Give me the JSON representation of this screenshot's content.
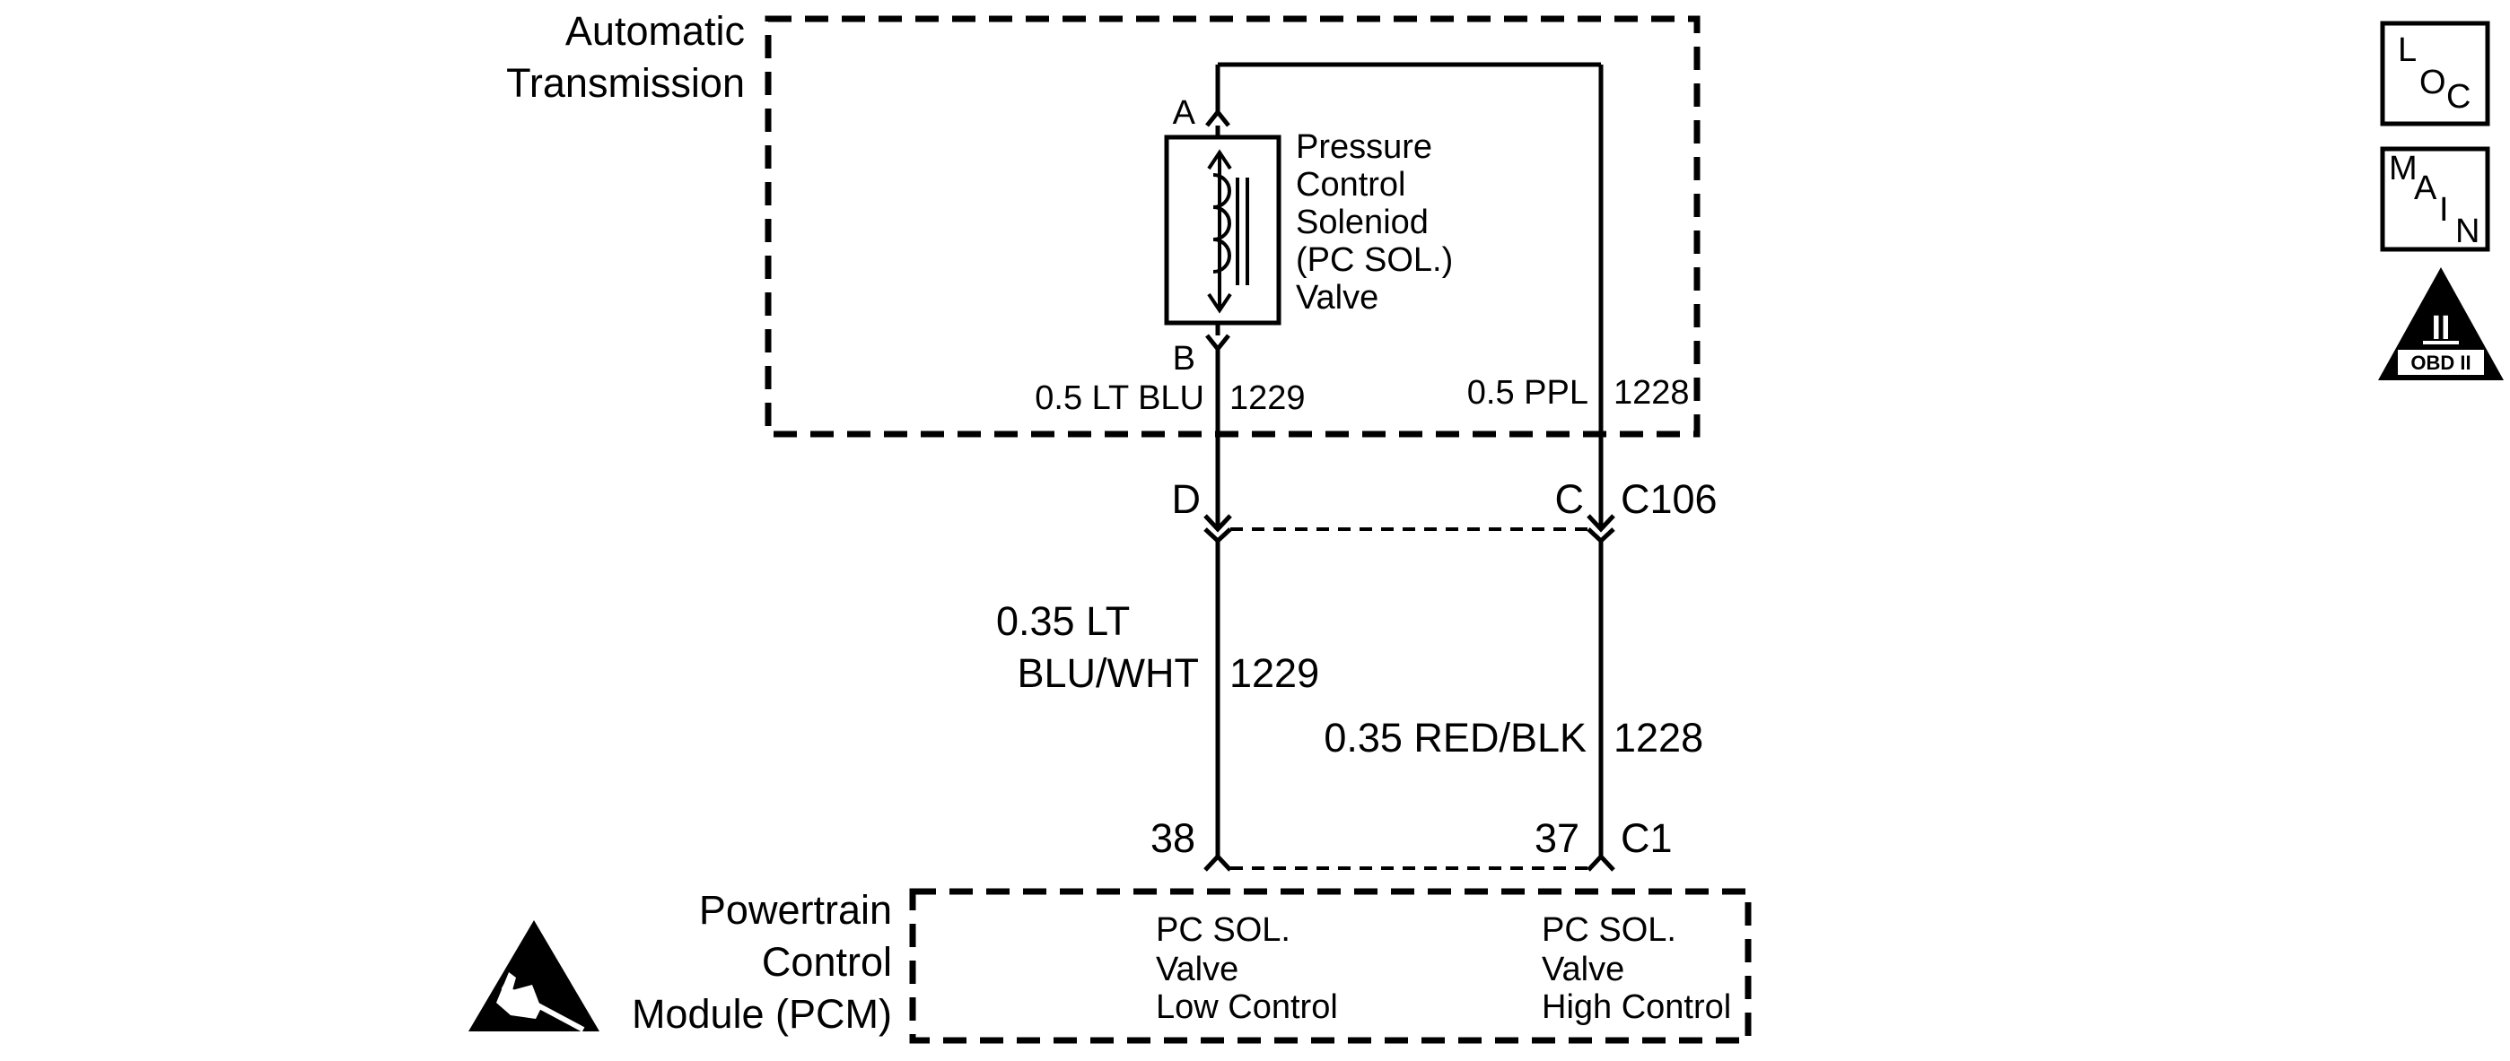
{
  "diagram": {
    "transmission_label": [
      "Automatic",
      "Transmission"
    ],
    "solenoid": {
      "pin_a": "A",
      "pin_b": "B",
      "label": [
        "Pressure",
        "Control",
        "Soleniod",
        "(PC SOL.)",
        "Valve"
      ]
    },
    "wire_inner_left": {
      "label": "0.5 LT BLU",
      "circuit": "1229"
    },
    "wire_inner_right": {
      "label": "0.5 PPL",
      "circuit": "1228"
    },
    "connector_c106": {
      "pin_left": "D",
      "pin_right": "C",
      "name": "C106"
    },
    "wire_outer_left": {
      "label": [
        "0.35 LT",
        "BLU/WHT"
      ],
      "circuit": "1229"
    },
    "wire_outer_right": {
      "label": "0.35 RED/BLK",
      "circuit": "1228"
    },
    "connector_c1": {
      "pin_left": "38",
      "pin_right": "37",
      "name": "C1"
    },
    "pcm_label": [
      "Powertrain",
      "Control",
      "Module (PCM)"
    ],
    "pcm_left_terminal": [
      "PC SOL.",
      "Valve",
      "Low Control"
    ],
    "pcm_right_terminal": [
      "PC SOL.",
      "Valve",
      "High Control"
    ]
  },
  "badges": {
    "loc": [
      "L",
      "O",
      "C"
    ],
    "main": [
      "M",
      "A",
      "I",
      "N"
    ],
    "obd": {
      "numeral": "II",
      "text": "OBD II"
    }
  },
  "icon_names": [
    "esd-warning-icon",
    "obd-ii-icon"
  ]
}
